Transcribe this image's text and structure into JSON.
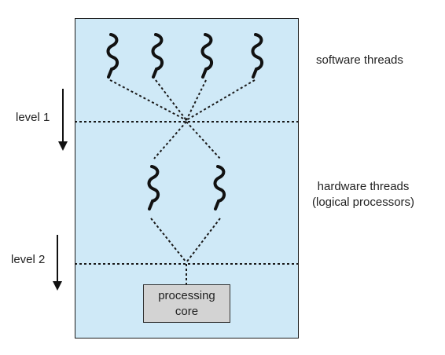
{
  "labels": {
    "software_threads": "software threads",
    "hardware_threads_line1": "hardware threads",
    "hardware_threads_line2": "(logical processors)",
    "level1": "level 1",
    "level2": "level 2",
    "core_line1": "processing",
    "core_line2": "core"
  },
  "counts": {
    "software_threads": 4,
    "hardware_threads": 2
  },
  "colors": {
    "panel_fill": "#cfe9f7",
    "core_fill": "#d3d3d3",
    "lines": "#1a1a1a"
  }
}
